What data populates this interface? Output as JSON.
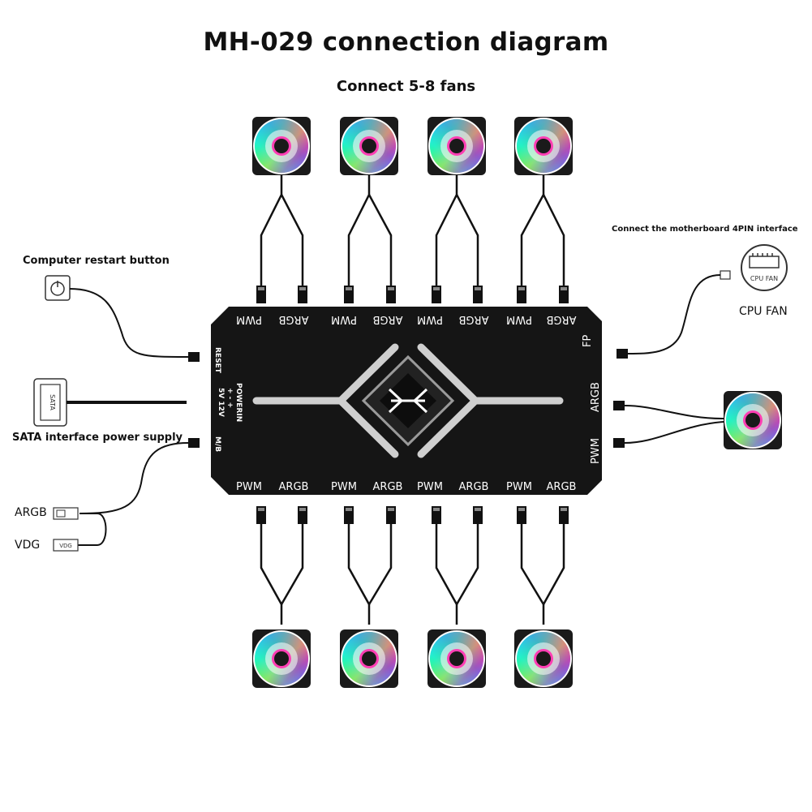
{
  "title": "MH-029 connection diagram",
  "subtitle": "Connect 5-8 fans",
  "left": {
    "restart_label": "Computer restart button",
    "sata_icon_label": "SATA",
    "sata_label": "SATA interface power supply",
    "argb_label": "ARGB",
    "vdg_label": "VDG",
    "vdg_icon_label": "VDG"
  },
  "right": {
    "motherboard_label": "Connect the motherboard 4PIN interface",
    "cpu_fan_icon_label": "CPU FAN",
    "cpu_fan_label": "CPU FAN"
  },
  "hub": {
    "top_ports": [
      "PWM",
      "ARGB",
      "PWM",
      "ARGB",
      "PWM",
      "ARGB",
      "PWM",
      "ARGB"
    ],
    "bottom_ports": [
      "PWM",
      "ARGB",
      "PWM",
      "ARGB",
      "PWM",
      "ARGB",
      "PWM",
      "ARGB"
    ],
    "left_reset": "RESET",
    "left_power": [
      "POWERIN",
      "+ - +",
      "5V 12V"
    ],
    "left_mb": "M/B",
    "right_ports": [
      "FP",
      "ARGB",
      "PWM"
    ]
  },
  "colors": {
    "hub": "#151515",
    "cable": "#111111",
    "fan_frame": "#1a1a1a",
    "hub_glow": "#cfcfcf"
  }
}
